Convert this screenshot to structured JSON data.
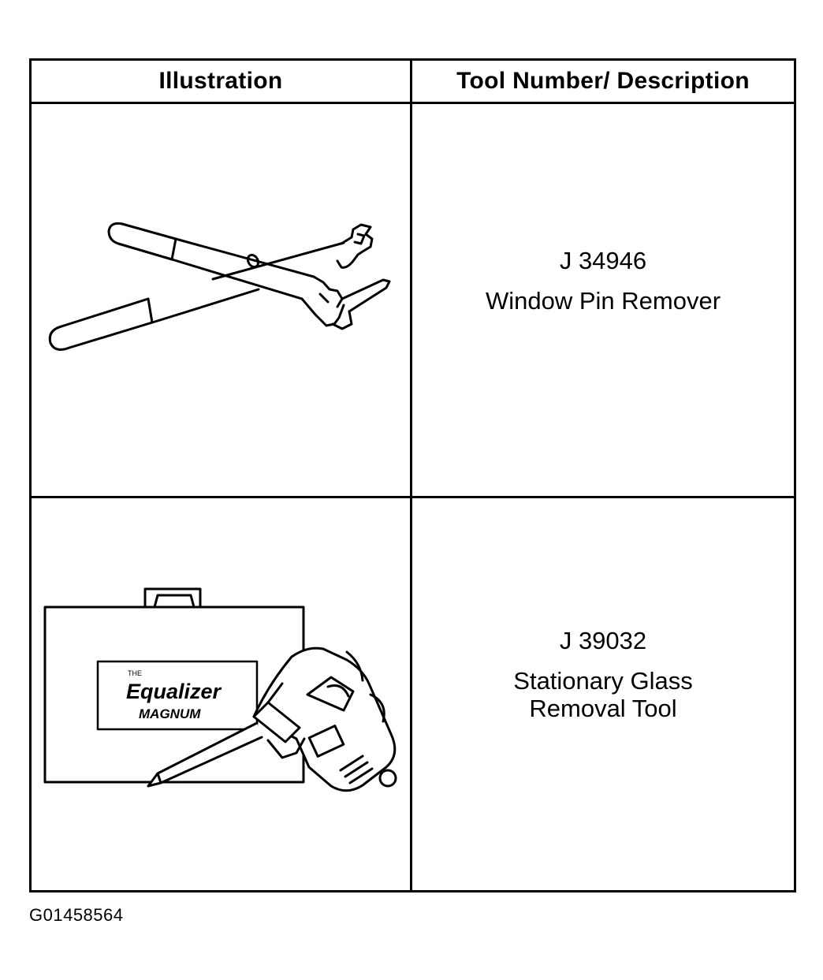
{
  "table": {
    "headers": {
      "illustration": "Illustration",
      "description": "Tool Number/ Description"
    },
    "rows": [
      {
        "tool_number": "J 34946",
        "description": "Window Pin Remover",
        "illustration_icon": "window-pin-remover-drawing"
      },
      {
        "tool_number": "J 39032",
        "description": "Stationary Glass\nRemoval Tool",
        "illustration_icon": "glass-removal-tool-drawing",
        "case_label": {
          "prefix": "THE",
          "brand": "Equalizer",
          "model": "MAGNUM"
        }
      }
    ]
  },
  "figure_id": "G01458564",
  "colors": {
    "line": "#000000",
    "background": "#ffffff"
  }
}
